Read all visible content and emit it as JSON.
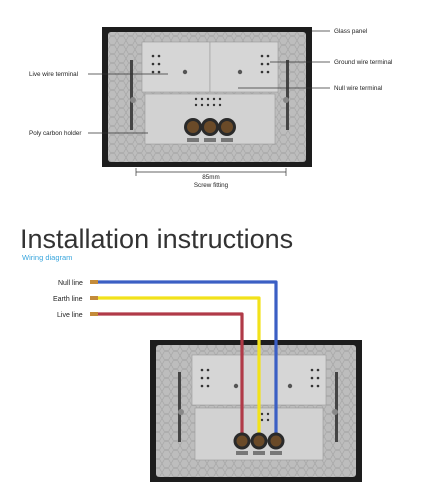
{
  "top_labels": {
    "glass_panel": "Glass panel",
    "live_terminal": "Live wire terminal",
    "ground_terminal": "Ground wire terminal",
    "null_terminal": "Null wire terminal",
    "holder": "Poly carbon holder",
    "dimension_value": "85mm",
    "dimension_caption": "Screw fitting"
  },
  "section": {
    "title": "Installation instructions",
    "subtitle": "Wiring diagram"
  },
  "wires": {
    "null_label": "Null line",
    "earth_label": "Earth line",
    "live_label": "Live line"
  },
  "colors": {
    "frame": "#1d1d1d",
    "body": "#bdbdbd",
    "hex_pattern": "#a9a9a9",
    "null_wire": "#3b5fc4",
    "earth_wire": "#f2e21a",
    "live_wire": "#b03a48",
    "subtitle": "#3aa6dd",
    "terminal": "#3a2a18"
  }
}
